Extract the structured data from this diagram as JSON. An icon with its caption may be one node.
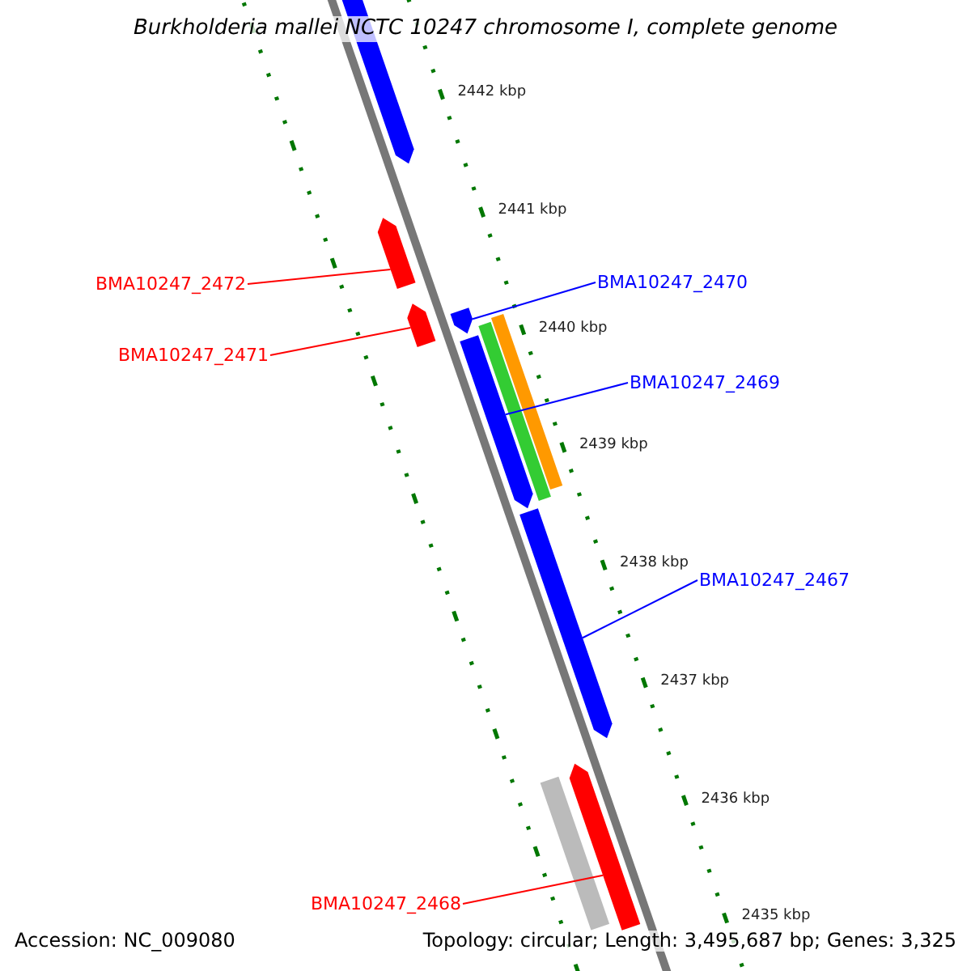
{
  "diagram": {
    "title": "Burkholderia mallei NCTC 10247 chromosome I, complete genome",
    "nodes": [
      {
        "text": [
          "BMA10247_2472"
        ]
      },
      {
        "text": [
          "BMA10247_2471"
        ]
      },
      {
        "text": [
          "BMA10247_2470"
        ]
      },
      {
        "text": [
          "BMA10247_2469"
        ]
      },
      {
        "text": [
          "BMA10247_2467"
        ]
      },
      {
        "text": [
          "BMA10247_2468"
        ]
      },
      {
        "text": [],
        "shape": "bar"
      },
      {
        "text": [],
        "shape": "bar"
      },
      {
        "text": [],
        "shape": "bar"
      },
      {
        "text": [],
        "shape": "bar"
      },
      {
        "text": [],
        "shape": "bar"
      },
      {
        "text": [],
        "shape": "bar"
      },
      {
        "text": [],
        "shape": "bar"
      },
      {
        "text": [],
        "shape": "bar"
      },
      {
        "text": [],
        "shape": "bar"
      },
      {
        "text": [],
        "shape": "bar"
      }
    ],
    "edges": [
      {
        "from": 0,
        "to": 7,
        "arrow": "none",
        "color": "#ff0000"
      },
      {
        "from": 1,
        "to": 8,
        "arrow": "none",
        "color": "#ff0000"
      },
      {
        "from": 2,
        "to": 9,
        "arrow": "none",
        "color": "#0000ff"
      },
      {
        "from": 3,
        "to": 10,
        "arrow": "none",
        "color": "#0000ff"
      },
      {
        "from": 4,
        "to": 13,
        "arrow": "none",
        "color": "#0000ff"
      },
      {
        "from": 5,
        "to": 15,
        "arrow": "none",
        "color": "#ff0000"
      }
    ],
    "labels": [
      "2442 kbp",
      "2441 kbp",
      "2440 kbp",
      "2439 kbp",
      "2438 kbp",
      "2437 kbp",
      "2436 kbp",
      "2435 kbp",
      "Accession: NC_009080",
      "Topology: circular; Length: 3,495,687 bp; Genes: 3,325"
    ]
  }
}
